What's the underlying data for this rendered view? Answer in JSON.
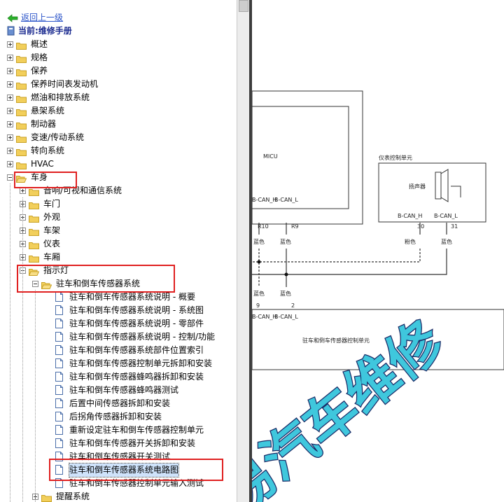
{
  "nav": {
    "back_label": "返回上一级",
    "current_label": "当前:维修手册"
  },
  "tree": {
    "top_items": [
      "概述",
      "规格",
      "保养",
      "保养时间表发动机",
      "燃油和排放系统",
      "悬架系统",
      "制动器",
      "变速/传动系统",
      "转向系统",
      "HVAC"
    ],
    "body_label": "车身",
    "body_children": [
      "音响/可视和通信系统",
      "车门",
      "外观",
      "车架",
      "仪表",
      "车厢"
    ],
    "indicator_label": "指示灯",
    "parking_label": "驻车和倒车传感器系统",
    "parking_docs": [
      "驻车和倒车传感器系统说明 - 概要",
      "驻车和倒车传感器系统说明 - 系统图",
      "驻车和倒车传感器系统说明 - 零部件",
      "驻车和倒车传感器系统说明 - 控制/功能",
      "驻车和倒车传感器系统部件位置索引",
      "驻车和倒车传感器控制单元拆卸和安装",
      "驻车和倒车传感器蜂鸣器拆卸和安装",
      "驻车和倒车传感器蜂鸣器测试",
      "后置中间传感器拆卸和安装",
      "后拐角传感器拆卸和安装",
      "重新设定驻车和倒车传感器控制单元",
      "驻车和倒车传感器开关拆卸和安装",
      "驻车和倒车传感器开关测试",
      "驻车和倒车传感器系统电路图",
      "驻车和倒车传感器控制单元输入测试"
    ],
    "selected_index": 13,
    "reminder_label": "提醒系统"
  },
  "diagram": {
    "ecu_label": "MICU",
    "cluster_title": "仪表控制单元",
    "buzzer_label": "扬声器",
    "pin_labels_top": [
      "B-CAN_H",
      "B-CAN_L",
      "B-CAN_H",
      "B-CAN_L"
    ],
    "pin_numbers_top": [
      "R10",
      "R9",
      "30",
      "31"
    ],
    "wire_colors_top": [
      "蓝色",
      "蓝色",
      "粉色",
      "蓝色"
    ],
    "wire_colors_bottom": [
      "蓝色",
      "蓝色"
    ],
    "pin_numbers_bottom": [
      "9",
      "2"
    ],
    "pin_labels_bottom": [
      "B-CAN_H",
      "B-CAN_L"
    ],
    "parking_unit_label": "驻车和倒车传感器控制单元",
    "watermark": "易汽车维修"
  },
  "colors": {
    "folder": "#f2cf5b",
    "folder_edge": "#c9a227",
    "back_arrow": "#2bb32b",
    "highlight": "#e02020",
    "watermark": "#3fc7dd"
  }
}
